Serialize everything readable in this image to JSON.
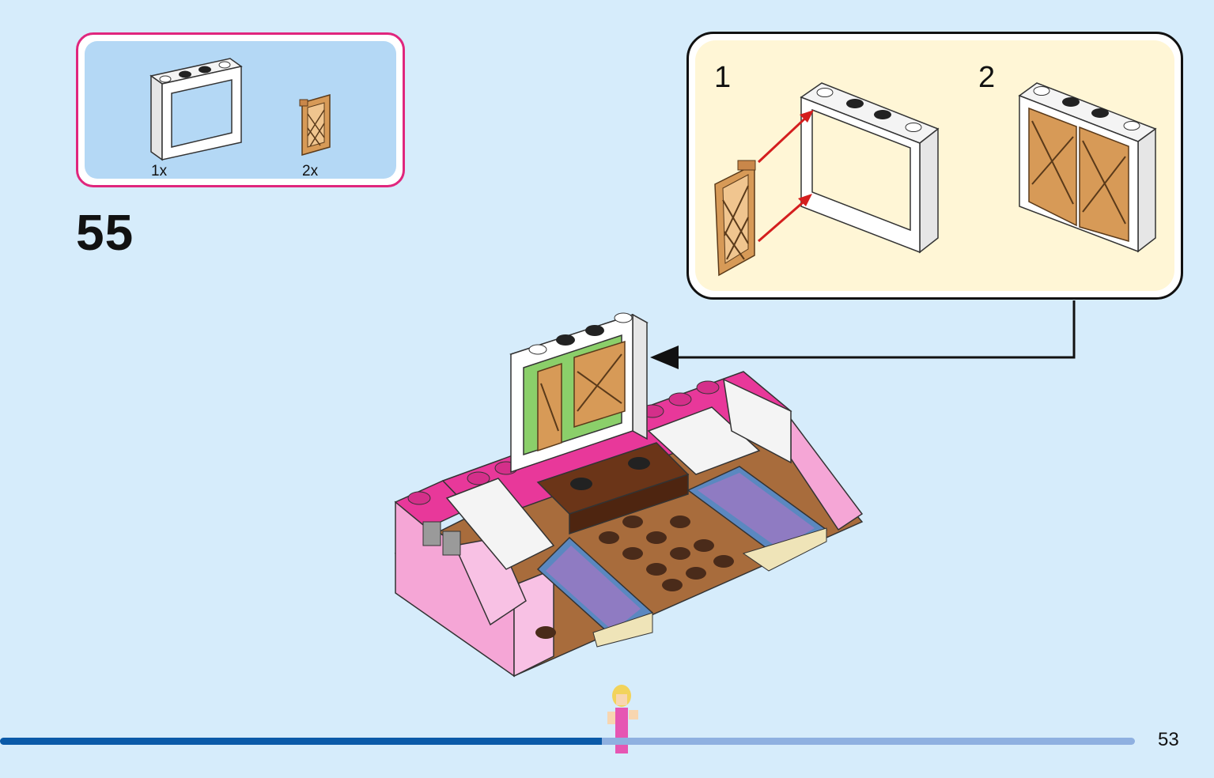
{
  "parts": [
    {
      "icon": "window-frame-icon",
      "qty": "1x"
    },
    {
      "icon": "lattice-shutter-icon",
      "qty": "2x"
    }
  ],
  "step": {
    "number": "55"
  },
  "subassembly": {
    "steps": [
      {
        "label": "1"
      },
      {
        "label": "2"
      }
    ]
  },
  "page": {
    "number": "53"
  },
  "progress": {
    "fraction": 0.53
  },
  "colors": {
    "background": "#d6ecfb",
    "parts_border": "#e0267d",
    "parts_fill": "#b4d8f5",
    "sub_fill": "#fff6d6",
    "progress_done": "#0b5aa8",
    "progress_rest": "#8fb0e0"
  }
}
